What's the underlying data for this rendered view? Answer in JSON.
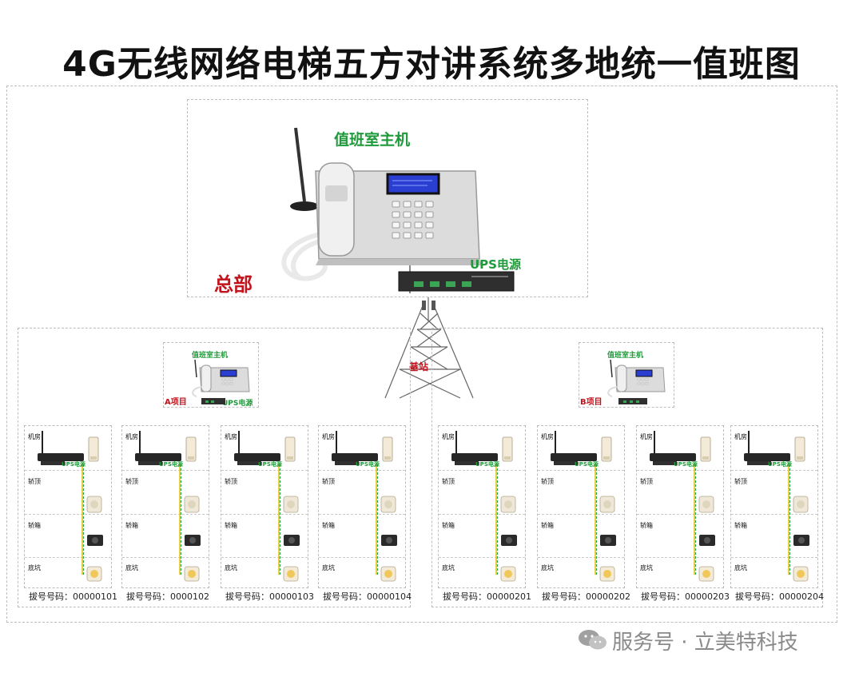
{
  "title": "4G无线网络电梯五方对讲系统多地统一值班图",
  "headquarters": {
    "host_label": "值班室主机",
    "ups_label": "UPS电源",
    "site_label": "总部"
  },
  "base_station_label": "基站",
  "projects": [
    {
      "host_label": "值班室主机",
      "ups_label": "UPS电源",
      "site_label": "A项目",
      "elevators": [
        {
          "dial_text": "拔号号码：00000101",
          "ups_label": "UPS电源",
          "floors": [
            "机房",
            "轿顶",
            "轿箱",
            "底坑"
          ]
        },
        {
          "dial_text": "拔号号码：0000102",
          "ups_label": "UPS电源",
          "floors": [
            "机房",
            "轿顶",
            "轿箱",
            "底坑"
          ]
        },
        {
          "dial_text": "拔号号码：00000103",
          "ups_label": "UPS电源",
          "floors": [
            "机房",
            "轿顶",
            "轿箱",
            "底坑"
          ]
        },
        {
          "dial_text": "拔号号码：00000104",
          "ups_label": "UPS电源",
          "floors": [
            "机房",
            "轿顶",
            "轿箱",
            "底坑"
          ]
        }
      ]
    },
    {
      "host_label": "值班室主机",
      "ups_label": "UPS电源",
      "site_label": "B项目",
      "elevators": [
        {
          "dial_text": "拔号号码：00000201",
          "ups_label": "UPS电源",
          "floors": [
            "机房",
            "轿顶",
            "轿箱",
            "底坑"
          ]
        },
        {
          "dial_text": "拔号号码：00000202",
          "ups_label": "UPS电源",
          "floors": [
            "机房",
            "轿顶",
            "轿箱",
            "底坑"
          ]
        },
        {
          "dial_text": "拔号号码：00000203",
          "ups_label": "UPS电源",
          "floors": [
            "机房",
            "轿顶",
            "轿箱",
            "底坑"
          ]
        },
        {
          "dial_text": "拔号号码：00000204",
          "ups_label": "UPS电源",
          "floors": [
            "机房",
            "轿顶",
            "轿箱",
            "底坑"
          ]
        }
      ]
    }
  ],
  "watermark": {
    "text": "服务号 · 立美特科技",
    "icon": "wechat-icon"
  },
  "colors": {
    "title": "#111111",
    "site_label": "#c2141d",
    "device_label": "#1f9a3a",
    "screen": "#2a3fd1",
    "cable": "#2ba84a",
    "cable_yellow": "#e8c21a",
    "watermark": "#8a8a8a"
  }
}
